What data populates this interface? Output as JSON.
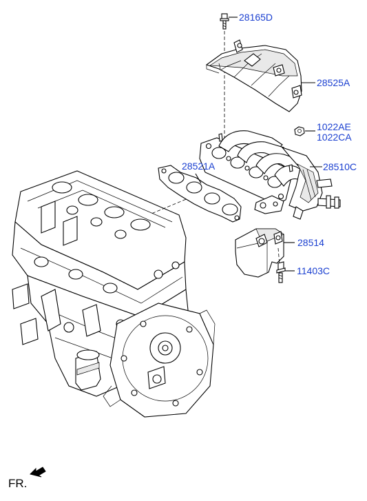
{
  "diagram": {
    "part_labels": {
      "bolt_top": "28165D",
      "heat_shield": "28525A",
      "nut_1": "1022AE",
      "nut_2": "1022CA",
      "gasket": "28521A",
      "manifold": "28510C",
      "bracket": "28514",
      "bolt_bracket": "11403C"
    },
    "direction_label": "FR."
  }
}
